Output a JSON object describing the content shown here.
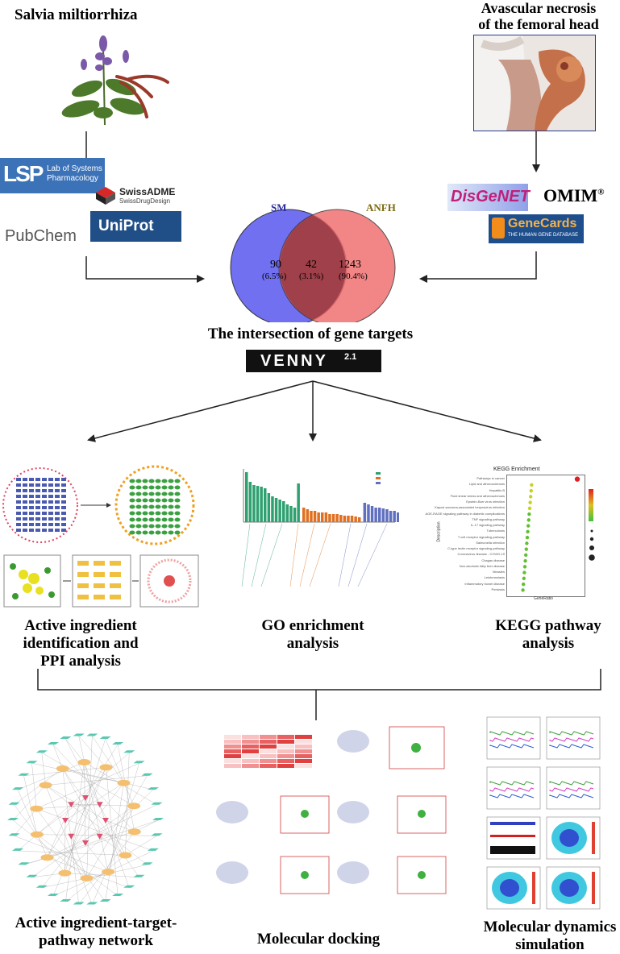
{
  "titles": {
    "salvia": "Salvia miltiorrhiza",
    "anfh_line1": "Avascular necrosis",
    "anfh_line2": "of the femoral head",
    "intersection": "The intersection of gene targets",
    "active_line1": "Active ingredient",
    "active_line2": "identification and",
    "active_line3": "PPI analysis",
    "go_line1": "GO enrichment",
    "go_line2": "analysis",
    "kegg_line1": "KEGG pathway",
    "kegg_line2": "analysis",
    "network_line1": "Active ingredient-target-",
    "network_line2": "pathway network",
    "docking": "Molecular docking",
    "md_line1": "Molecular dynamics",
    "md_line2": "simulation"
  },
  "logos": {
    "lsp_mark": "LSP",
    "lsp_line1": "Lab of Systems",
    "lsp_line2": "Pharmacology",
    "swissadme": "SwissADME",
    "swissdrug": "SwissDrugDesign",
    "uniprot": "UniProt",
    "pubchem": "PubChem",
    "disgenet": "DisGeNET",
    "omim": "OMIM",
    "omim_reg": "®",
    "genecards": "GeneCards",
    "genecards_sub": "THE HUMAN GENE DATABASE",
    "venny": "VENNY",
    "venny_ver": "2.1"
  },
  "venn": {
    "left_label": "SM",
    "right_label": "ANFH",
    "left_count": "90",
    "left_pct": "(6.5%)",
    "both_count": "42",
    "both_pct": "(3.1%)",
    "right_count": "1243",
    "right_pct": "(90.4%)",
    "left_color": "#7070f0",
    "right_color": "#f07070",
    "overlap_color": "#a0404a"
  },
  "kegg_panel": {
    "title": "KEGG Enrichment",
    "xlabel": "GeneRatio",
    "ylabel": "Description",
    "terms": [
      "Pathways in cancer",
      "Lipid and atherosclerosis",
      "Hepatitis B",
      "Fluid shear stress and atherosclerosis",
      "Epstein-Barr virus infection",
      "Kaposi sarcoma-associated herpesvirus infection",
      "AGE-RAGE signaling pathway in diabetic complications",
      "TNF signaling pathway",
      "IL-17 signaling pathway",
      "Tuberculosis",
      "T cell receptor signaling pathway",
      "Salmonella infection",
      "C-type lectin receptor signaling pathway",
      "Coronavirus disease - COVID-19",
      "Chagas disease",
      "Non-alcoholic fatty liver disease",
      "Measles",
      "Leishmaniasis",
      "Inflammatory bowel disease",
      "Pertussis"
    ]
  }
}
